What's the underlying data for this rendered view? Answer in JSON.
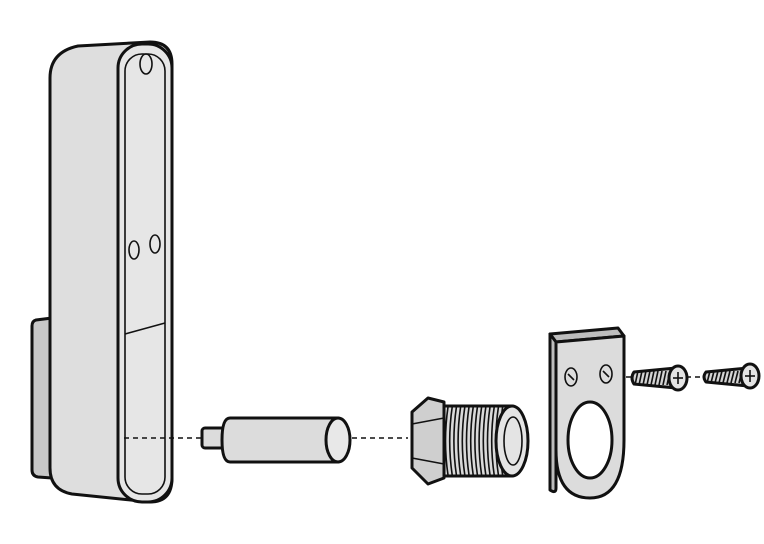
{
  "diagram": {
    "type": "exploded-assembly",
    "parts": [
      {
        "name": "lock-housing"
      },
      {
        "name": "pin"
      },
      {
        "name": "threaded-sleeve"
      },
      {
        "name": "strike-plate"
      },
      {
        "name": "screw"
      },
      {
        "name": "screw"
      }
    ],
    "colors": {
      "part_fill": "#dcdcdc",
      "part_fill_light": "#e9e9e9",
      "part_shade": "#c4c4c4",
      "outline": "#111111",
      "background": "#ffffff"
    }
  }
}
